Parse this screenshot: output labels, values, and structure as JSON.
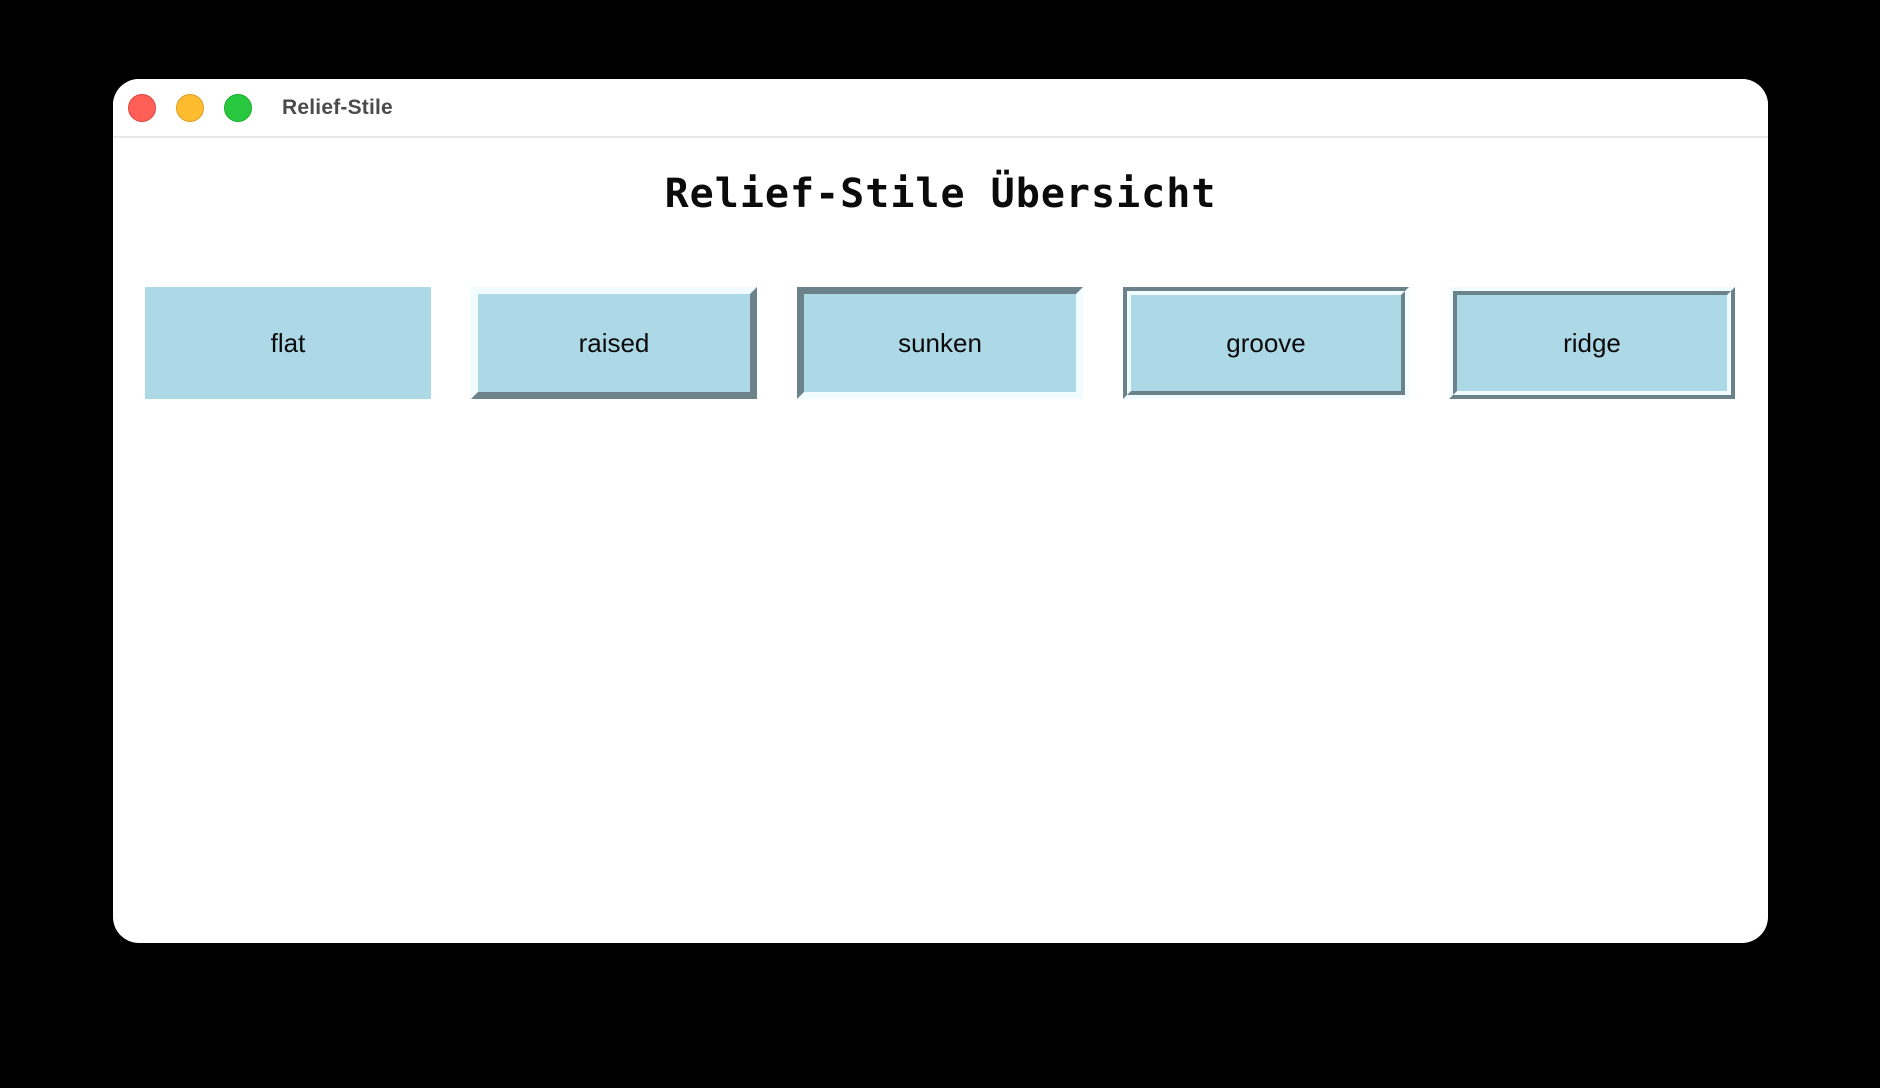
{
  "window": {
    "title": "Relief-Stile"
  },
  "titlebar": {
    "buttons": [
      {
        "name": "close",
        "color": "#ff5f57"
      },
      {
        "name": "minimize",
        "color": "#febc2e"
      },
      {
        "name": "zoom",
        "color": "#28c840"
      }
    ]
  },
  "main": {
    "heading": "Relief-Stile Übersicht",
    "boxes": [
      {
        "label": "flat",
        "relief": "flat"
      },
      {
        "label": "raised",
        "relief": "raised"
      },
      {
        "label": "sunken",
        "relief": "sunken"
      },
      {
        "label": "groove",
        "relief": "groove"
      },
      {
        "label": "ridge",
        "relief": "ridge"
      }
    ]
  },
  "colors": {
    "window-bg": "#ffffff",
    "titlebar-bg": "#ffffff",
    "separator": "#e8e8e8",
    "close-color": "#ff5f57",
    "minimize-color": "#febc2e",
    "zoom-color": "#28c840",
    "box-fill": "#ADD8E6",
    "edge-dark": "#6b828b",
    "edge-light": "#f0fcff"
  }
}
